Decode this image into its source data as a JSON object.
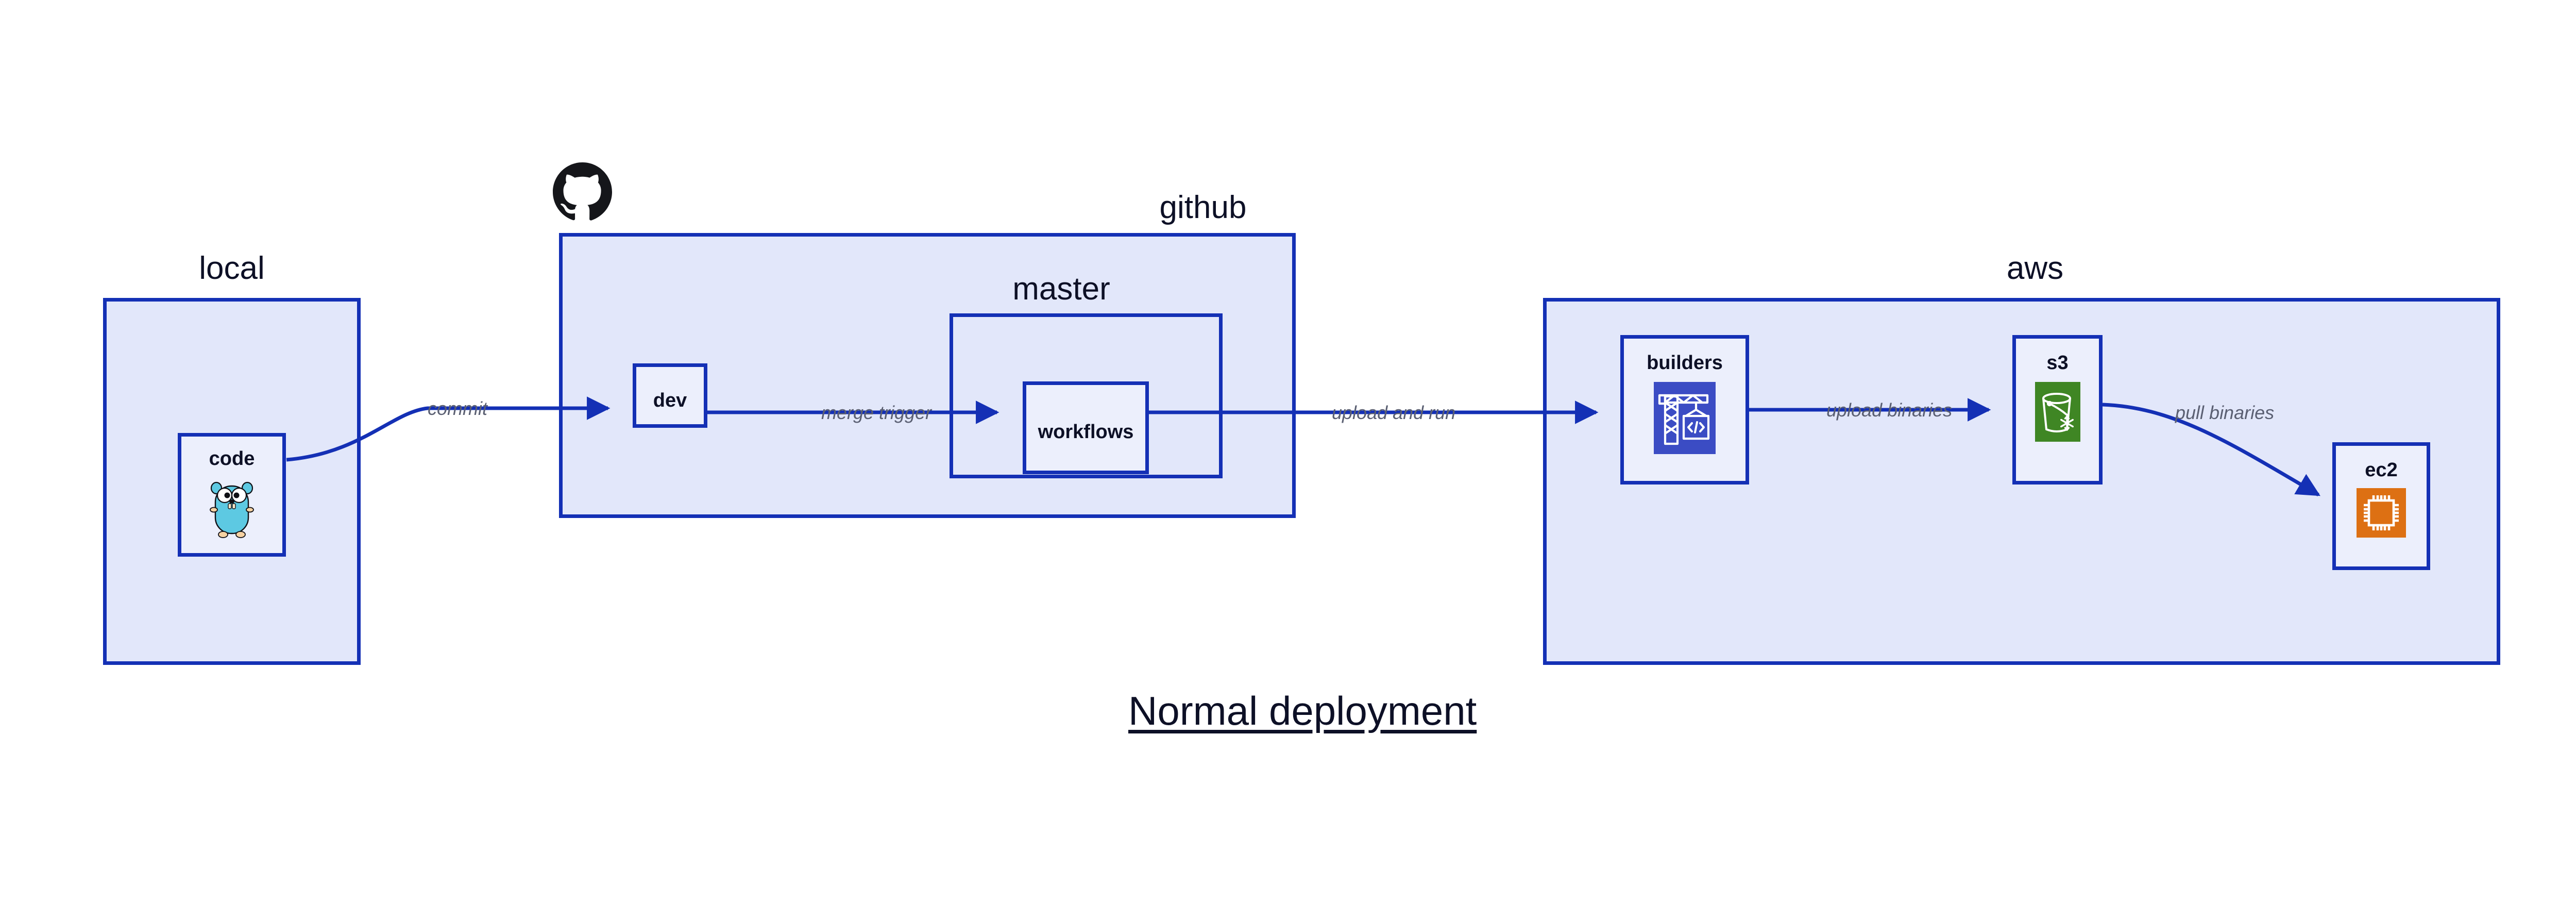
{
  "diagram": {
    "title": "Normal deployment",
    "accent_border": "#1430b5",
    "container_fill": "#e2e7fa",
    "node_fill": "#eceffc",
    "text_color": "#0d1026",
    "edge_label_color": "#5a5f72"
  },
  "containers": [
    {
      "id": "local",
      "label": "local"
    },
    {
      "id": "github",
      "label": "github"
    },
    {
      "id": "master",
      "label": "master"
    },
    {
      "id": "aws",
      "label": "aws"
    }
  ],
  "nodes": [
    {
      "id": "code",
      "label": "code",
      "icon": "go-gopher-icon"
    },
    {
      "id": "dev",
      "label": "dev",
      "icon": "none"
    },
    {
      "id": "workflows",
      "label": "workflows",
      "icon": "none"
    },
    {
      "id": "builders",
      "label": "builders",
      "icon": "aws-codebuild-crane-icon",
      "icon_color": "#3b4cc4"
    },
    {
      "id": "s3",
      "label": "s3",
      "icon": "aws-s3-glacier-bucket-icon",
      "icon_color": "#3f8624"
    },
    {
      "id": "ec2",
      "label": "ec2",
      "icon": "aws-ec2-chip-icon",
      "icon_color": "#dd7013"
    }
  ],
  "edges": [
    {
      "id": "commit",
      "label": "commit",
      "from": "code",
      "to": "dev"
    },
    {
      "id": "merge-trigger",
      "label": "merge trigger",
      "from": "dev",
      "to": "workflows"
    },
    {
      "id": "upload-and-run",
      "label": "upload and run",
      "from": "workflows",
      "to": "builders"
    },
    {
      "id": "upload-binaries",
      "label": "upload binaries",
      "from": "builders",
      "to": "s3"
    },
    {
      "id": "pull-binaries",
      "label": "pull binaries",
      "from": "s3",
      "to": "ec2"
    }
  ],
  "logos": [
    {
      "id": "github-logo",
      "name": "github-octocat-logo",
      "color": "#15161a"
    }
  ]
}
